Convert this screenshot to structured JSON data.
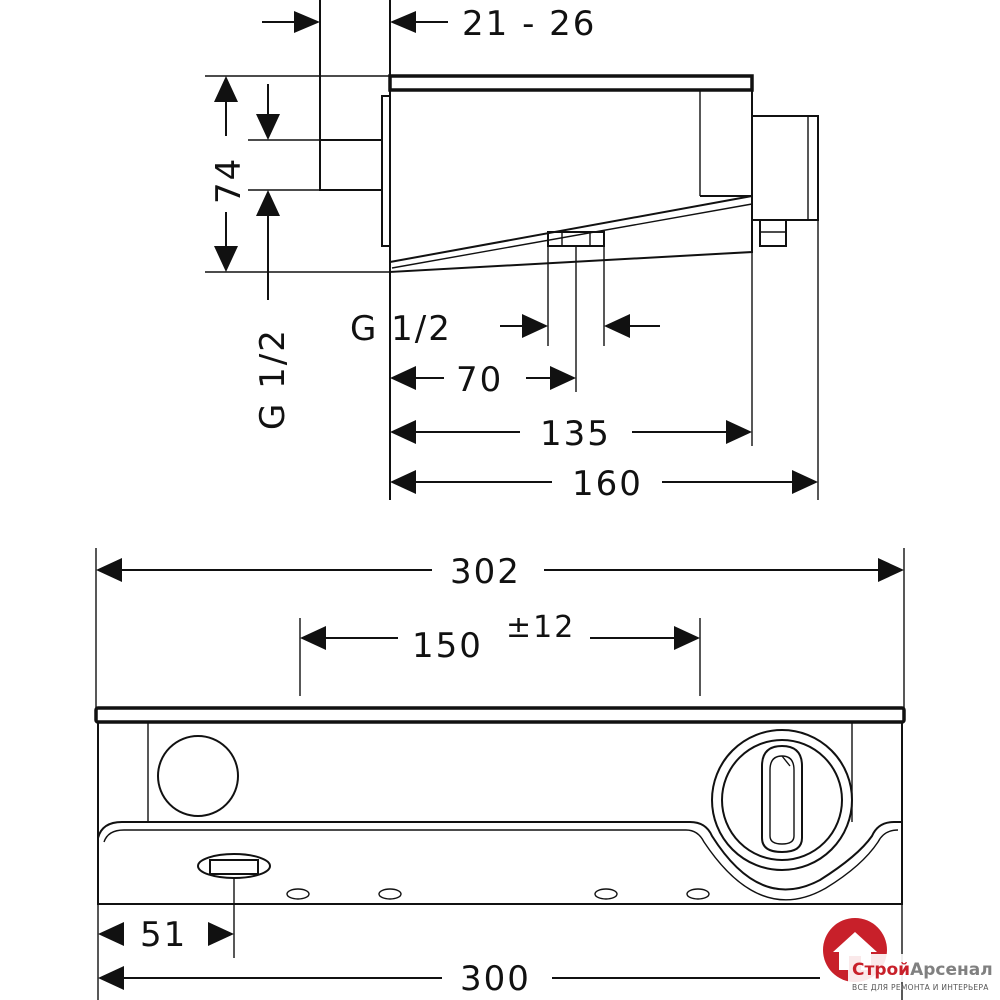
{
  "dimensions": {
    "wall_depth": "21  -  26",
    "height": "74",
    "thread_side": "G 1/2",
    "thread_bottom": "G 1/2",
    "outlet_offset": "70",
    "body_depth": "135",
    "total_depth": "160",
    "top_width": "302",
    "inlet_spacing": "150",
    "inlet_tolerance": "±12",
    "outlet_from_left": "51",
    "bottom_width": "300"
  },
  "watermark": {
    "brand_part1": "Строй",
    "brand_part2": "Арсенал",
    "tagline": "ВСЕ ДЛЯ РЕМОНТА И ИНТЕРЬЕРА",
    "colors": {
      "red": "#c8202a",
      "grey": "#808080"
    }
  }
}
